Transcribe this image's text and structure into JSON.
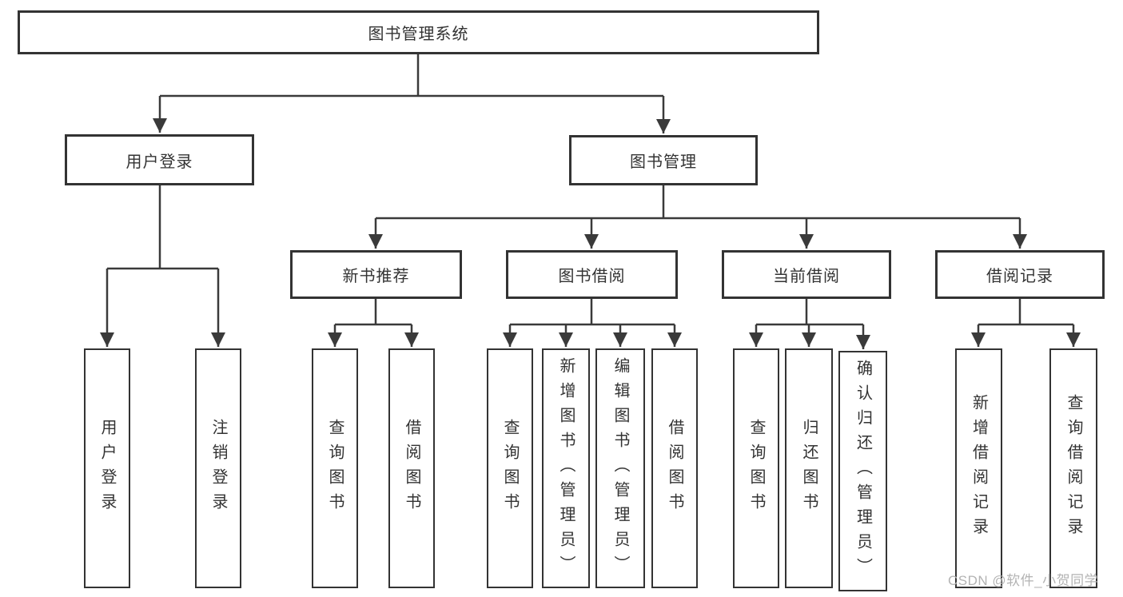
{
  "nodes": {
    "root": "图书管理系统",
    "user_login": "用户登录",
    "book_mgmt": "图书管理",
    "new_book_rec": "新书推荐",
    "book_borrow": "图书借阅",
    "current_borrow": "当前借阅",
    "borrow_record": "借阅记录",
    "leaf_user_login": "用户登录",
    "leaf_logout": "注销登录",
    "leaf_query_book_a": "查询图书",
    "leaf_borrow_book_a": "借阅图书",
    "leaf_query_book_b": "查询图书",
    "leaf_add_book": "新增图书（管理员）",
    "leaf_edit_book": "编辑图书（管理员）",
    "leaf_borrow_book_b": "借阅图书",
    "leaf_query_book_c": "查询图书",
    "leaf_return_book": "归还图书",
    "leaf_confirm_return": "确认归还（管理员）",
    "leaf_add_borrow_record": "新增借阅记录",
    "leaf_query_borrow_record": "查询借阅记录"
  },
  "watermark": "CSDN @软件_小贺同学",
  "colors": {
    "line": "#3a3a3a",
    "border": "#333333",
    "text": "#333333",
    "watermark": "#b3b3b3",
    "bg": "#ffffff"
  }
}
